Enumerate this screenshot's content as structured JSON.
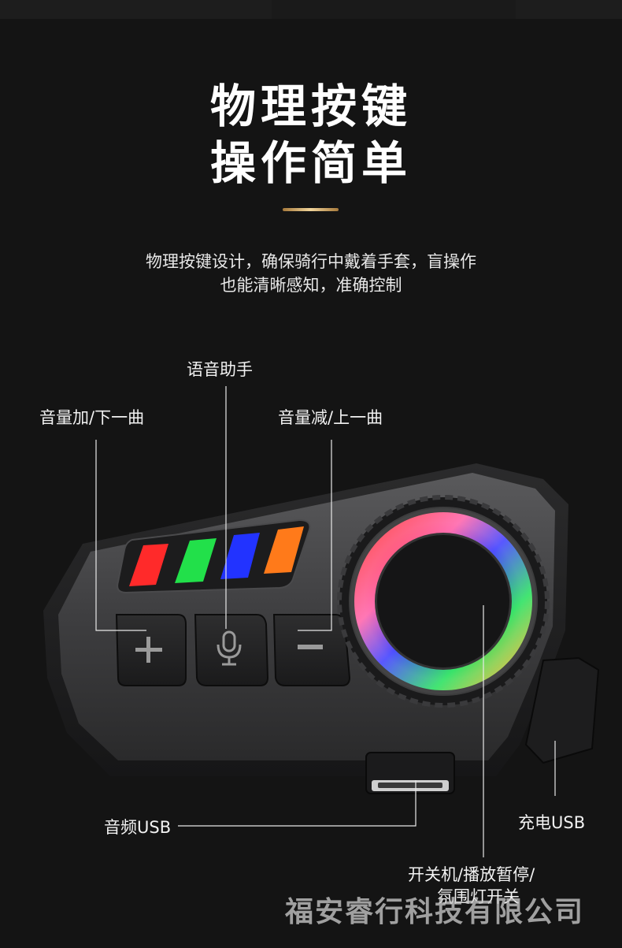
{
  "heading": {
    "line1": "物理按键",
    "line2": "操作简单"
  },
  "description": {
    "line1": "物理按键设计，确保骑行中戴着手套，盲操作",
    "line2": "也能清晰感知，准确控制"
  },
  "callouts": {
    "voice_assistant": "语音助手",
    "volume_up_next": "音量加/下一曲",
    "volume_down_prev": "音量减/上一曲",
    "audio_usb": "音频USB",
    "charge_usb": "充电USB",
    "power_play_line1": "开关机/播放暂停/",
    "power_play_line2": "氛围灯开关"
  },
  "watermark": "福安睿行科技有限公司",
  "colors": {
    "background": "#141414",
    "accent_gold": "#d6b06a",
    "led_red": "#ff2a2a",
    "led_green": "#22e04a",
    "led_blue": "#2233ff",
    "led_orange": "#ff7a1a"
  },
  "icons": {
    "plus_button": "plus-icon",
    "mic_button": "microphone-icon",
    "minus_button": "minus-icon"
  }
}
